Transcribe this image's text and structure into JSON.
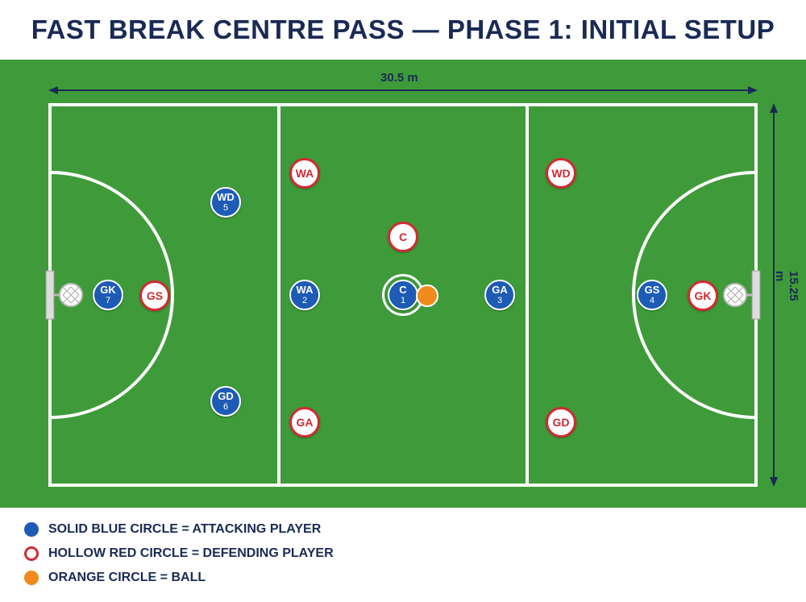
{
  "title": "FAST BREAK CENTRE PASS — PHASE 1: INITIAL SETUP",
  "dimensions": {
    "length": "30.5 m",
    "width": "15.25 m"
  },
  "colors": {
    "field": "#3f9b3a",
    "attacker": "#1d5bb5",
    "defender": "#d12a33",
    "ball": "#f08a1c",
    "text": "#1a2a55"
  },
  "attackers": [
    {
      "pos": "WD",
      "num": "5"
    },
    {
      "pos": "GK",
      "num": "7"
    },
    {
      "pos": "GD",
      "num": "6"
    },
    {
      "pos": "WA",
      "num": "2"
    },
    {
      "pos": "C",
      "num": "1"
    },
    {
      "pos": "GA",
      "num": "3"
    },
    {
      "pos": "GS",
      "num": "4"
    }
  ],
  "defenders": [
    {
      "pos": "GS"
    },
    {
      "pos": "WA"
    },
    {
      "pos": "C"
    },
    {
      "pos": "GA"
    },
    {
      "pos": "WD"
    },
    {
      "pos": "GD"
    },
    {
      "pos": "GK"
    }
  ],
  "legend": [
    {
      "icon": "solid-blue-circle",
      "text": "SOLID BLUE CIRCLE = ATTACKING PLAYER"
    },
    {
      "icon": "hollow-red-circle",
      "text": "HOLLOW RED CIRCLE = DEFENDING PLAYER"
    },
    {
      "icon": "orange-circle",
      "text": "ORANGE CIRCLE = BALL"
    }
  ]
}
